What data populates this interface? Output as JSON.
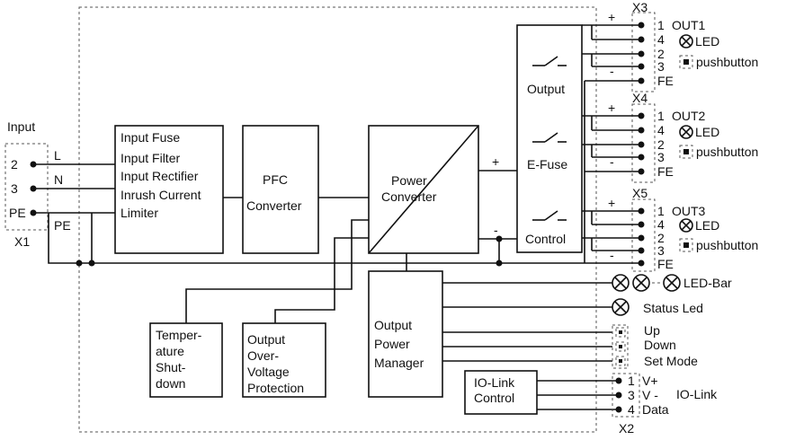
{
  "input": {
    "title": "Input",
    "connector": "X1",
    "pins": [
      "2",
      "3",
      "PE"
    ],
    "lines": [
      "L",
      "N",
      "PE"
    ],
    "pe_label": "PE"
  },
  "blocks": {
    "input_fuse": [
      "Input Fuse",
      "Input Filter",
      "Input Rectifier",
      "Inrush Current",
      "Limiter"
    ],
    "pfc": [
      "PFC",
      "Converter"
    ],
    "power_converter": [
      "Power",
      "Converter"
    ],
    "efuse": {
      "output": "Output",
      "efuse": "E-Fuse",
      "control": "Control"
    },
    "temp": [
      "Temper-",
      "ature",
      "Shut-",
      "down"
    ],
    "ovp": [
      "Output",
      "Over-",
      "Voltage",
      "Protection"
    ],
    "opm": [
      "Output",
      "Power",
      "Manager"
    ],
    "iolink": [
      "IO-Link",
      "Control"
    ]
  },
  "polarity": {
    "plus": "+",
    "minus": "-"
  },
  "outputs": [
    {
      "connector": "X3",
      "name": "OUT1",
      "pins": [
        "1",
        "4",
        "2",
        "3"
      ],
      "led": "LED",
      "button": "pushbutton",
      "fe": "FE"
    },
    {
      "connector": "X4",
      "name": "OUT2",
      "pins": [
        "1",
        "4",
        "2",
        "3"
      ],
      "led": "LED",
      "button": "pushbutton",
      "fe": "FE"
    },
    {
      "connector": "X5",
      "name": "OUT3",
      "pins": [
        "1",
        "4",
        "2",
        "3"
      ],
      "led": "LED",
      "button": "pushbutton",
      "fe": "FE"
    }
  ],
  "indicators": {
    "led_bar": "LED-Bar",
    "status_led": "Status Led"
  },
  "buttons": [
    "Up",
    "Down",
    "Set Mode"
  ],
  "iolink": {
    "connector": "X2",
    "pins": [
      "1",
      "3",
      "4"
    ],
    "signals": [
      "V+",
      "V -",
      "Data"
    ],
    "label": "IO-Link"
  },
  "icons": [
    "led-icon",
    "pushbutton-icon",
    "switch-icon",
    "terminal-dot"
  ],
  "colors": {
    "line": "#111111",
    "dashed": "#555555",
    "background": "#ffffff"
  }
}
